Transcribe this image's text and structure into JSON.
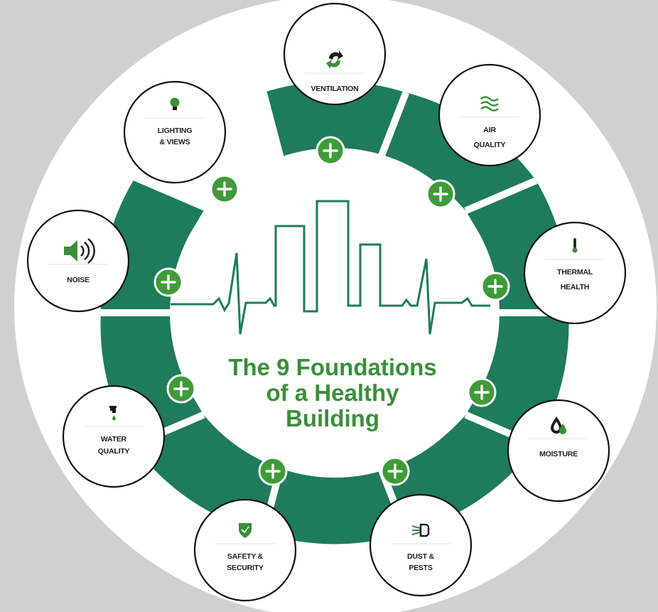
{
  "title_lines": [
    "The 9 Foundations",
    "of a Healthy",
    "Building"
  ],
  "colors": {
    "ring": "#1e7b5c",
    "plus": "#3f9b37",
    "title": "#3a8f3a",
    "accent_green": "#3a8f3a",
    "background": "#cfd0cf"
  },
  "foundations": [
    {
      "id": "ventilation",
      "icon": "ventilation-arrows-icon",
      "label_lines": [
        "VENTILATION"
      ]
    },
    {
      "id": "air-quality",
      "icon": "air-waves-icon",
      "label_lines": [
        "AIR",
        "QUALITY"
      ]
    },
    {
      "id": "thermal-health",
      "icon": "thermometer-icon",
      "label_lines": [
        "THERMAL",
        "HEALTH"
      ]
    },
    {
      "id": "moisture",
      "icon": "water-drops-icon",
      "label_lines": [
        "MOISTURE"
      ]
    },
    {
      "id": "dust-pests",
      "icon": "dust-spray-icon",
      "label_lines": [
        "DUST &",
        "PESTS"
      ]
    },
    {
      "id": "safety-security",
      "icon": "shield-icon",
      "label_lines": [
        "SAFETY &",
        "SECURITY"
      ]
    },
    {
      "id": "water-quality",
      "icon": "faucet-icon",
      "label_lines": [
        "WATER",
        "QUALITY"
      ]
    },
    {
      "id": "noise",
      "icon": "speaker-icon",
      "label_lines": [
        "NOISE"
      ]
    },
    {
      "id": "lighting-views",
      "icon": "light-bulb-icon",
      "label_lines": [
        "LIGHTING",
        "& VIEWS"
      ]
    }
  ]
}
